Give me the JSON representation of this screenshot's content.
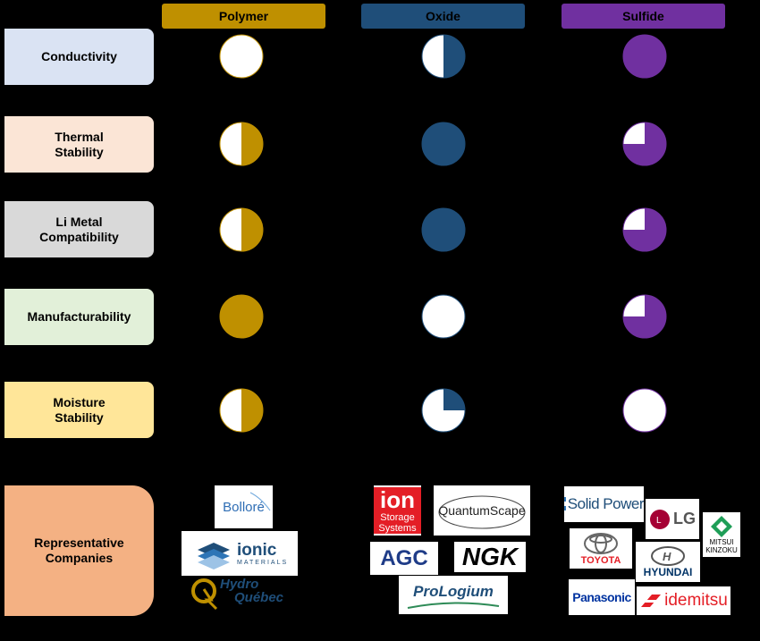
{
  "columns": [
    {
      "label": "Polymer",
      "color": "#BF9000"
    },
    {
      "label": "Oxide",
      "color": "#1F4E79"
    },
    {
      "label": "Sulfide",
      "color": "#7030A0"
    }
  ],
  "rows": [
    {
      "label": "Conductivity",
      "bg": "#DAE3F3",
      "ratings": [
        0,
        0.5,
        1
      ]
    },
    {
      "label": "Thermal\nStability",
      "bg": "#FBE5D6",
      "ratings": [
        0.5,
        1,
        0.75
      ]
    },
    {
      "label": "Li Metal\nCompatibility",
      "bg": "#D9D9D9",
      "ratings": [
        0.5,
        1,
        0.75
      ]
    },
    {
      "label": "Manufacturability",
      "bg": "#E2F0D9",
      "ratings": [
        1,
        0,
        0.75
      ]
    },
    {
      "label": "Moisture\nStability",
      "bg": "#FFE699",
      "ratings": [
        0.5,
        0.25,
        0
      ]
    },
    {
      "label": "Representative\nCompanies",
      "bg": "#F4B183"
    }
  ],
  "companies": {
    "polymer": {
      "bollore": "Bolloré",
      "ionic": {
        "main": "ionic",
        "sub": "MATERIALS"
      },
      "hydro": {
        "line1": "Hydro",
        "line2": "Québec"
      }
    },
    "oxide": {
      "ion": {
        "main": "ion",
        "sub1": "Storage",
        "sub2": "Systems"
      },
      "quantumscape": "QuantumScape",
      "agc": "AGC",
      "ngk": "NGK",
      "prologium": "ProLogium"
    },
    "sulfide": {
      "solidpower": "Solid Power",
      "lg": "LG",
      "mitsui": {
        "line1": "MITSUI",
        "line2": "KINZOKU"
      },
      "toyota": "TOYOTA",
      "hyundai": "HYUNDAI",
      "panasonic": "Panasonic",
      "idemitsu": "idemitsu"
    }
  }
}
